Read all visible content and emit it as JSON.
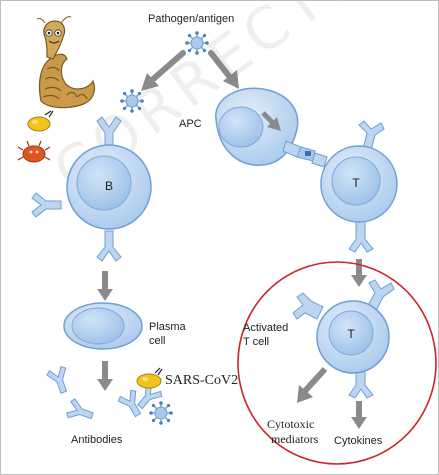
{
  "labels": {
    "pathogen": "Pathogen/antigen",
    "apc": "APC",
    "b_cell": "B",
    "t_cell": "T",
    "activated_t_cell_line1": "Activated",
    "activated_t_cell_line2": "T cell",
    "activated_t": "T",
    "plasma_line1": "Plasma",
    "plasma_line2": "cell",
    "sars": "SARS-CoV2",
    "antibodies": "Antibodies",
    "cytotoxic_line1": "Cytotoxic",
    "cytotoxic_line2": "mediators",
    "cytokines": "Cytokines"
  },
  "watermark": "CORRECTED",
  "colors": {
    "cell_fill": "#bcd6f2",
    "cell_stroke": "#6f9fd4",
    "arrow": "#8a8a8a",
    "highlight_circle": "#c9262b"
  }
}
